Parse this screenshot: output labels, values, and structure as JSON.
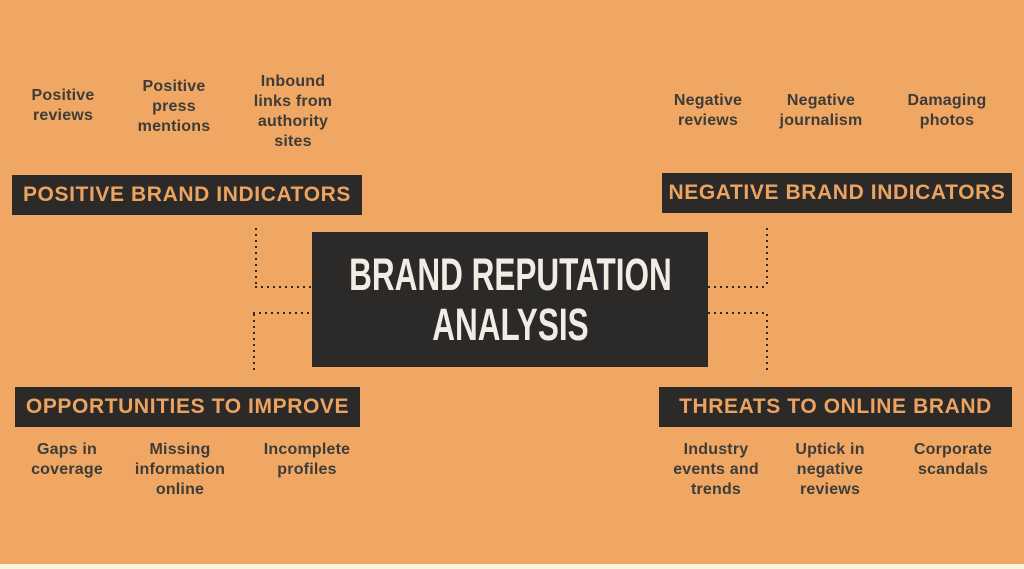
{
  "title": {
    "line1": "BRAND REPUTATION",
    "line2": "ANALYSIS"
  },
  "quadrants": {
    "top_left": {
      "header": "POSITIVE BRAND INDICATORS",
      "items": [
        "Positive\nreviews",
        "Positive\npress\nmentions",
        "Inbound\nlinks from\nauthority\nsites"
      ]
    },
    "top_right": {
      "header": "NEGATIVE BRAND INDICATORS",
      "items": [
        "Negative\nreviews",
        "Negative\njournalism",
        "Damaging\nphotos"
      ]
    },
    "bottom_left": {
      "header": "OPPORTUNITIES TO IMPROVE",
      "items": [
        "Gaps in\ncoverage",
        "Missing\ninformation\nonline",
        "Incomplete\nprofiles"
      ]
    },
    "bottom_right": {
      "header": "THREATS TO ONLINE BRAND",
      "items": [
        "Industry\nevents and\ntrends",
        "Uptick in\nnegative\nreviews",
        "Corporate\nscandals"
      ]
    }
  },
  "colors": {
    "background": "#efa763",
    "panel_dark": "#2b2a28",
    "header_text": "#eca360",
    "title_text": "#f2ede4",
    "body_text": "#3e3c39",
    "bottom_strip": "#f9f4da"
  }
}
